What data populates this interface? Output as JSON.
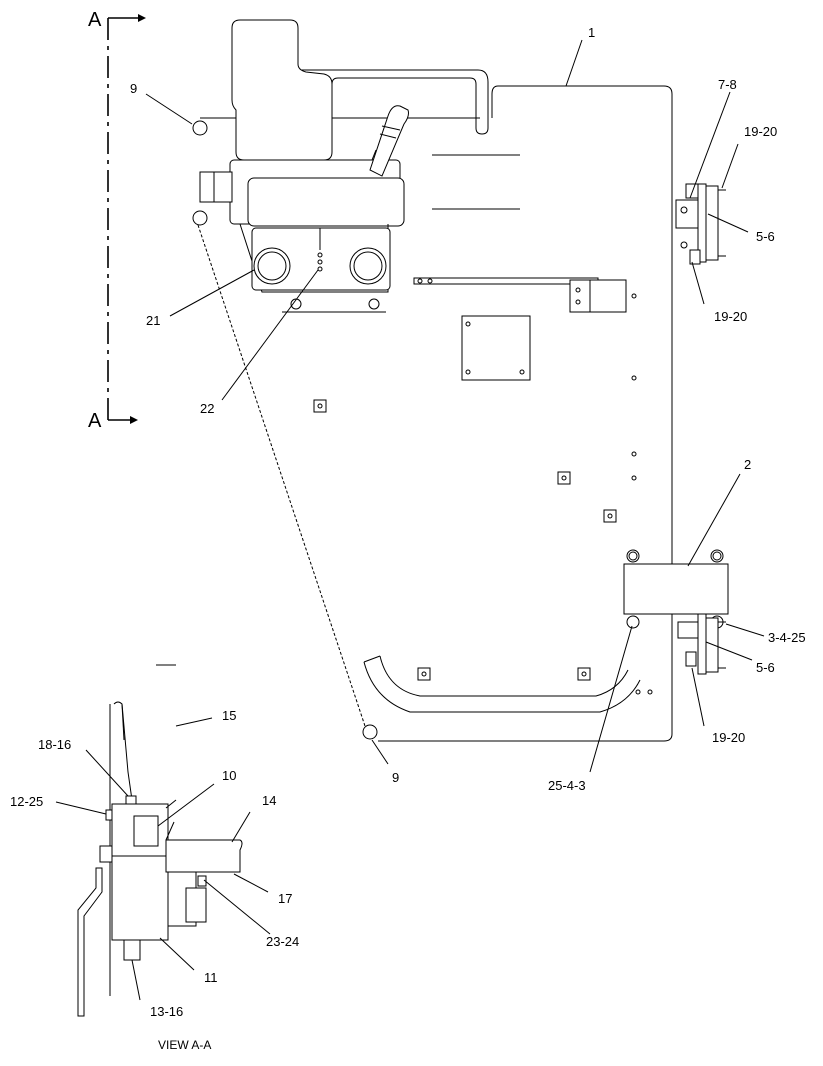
{
  "section_marks": {
    "top": "A",
    "bottom": "A"
  },
  "callouts": {
    "c1": "1",
    "c2": "2",
    "c7_8": "7-8",
    "c19_20_a": "19-20",
    "c5_6_a": "5-6",
    "c19_20_b": "19-20",
    "c9_top": "9",
    "c21": "21",
    "c22": "22",
    "c3_4_25": "3-4-25",
    "c5_6_b": "5-6",
    "c19_20_c": "19-20",
    "c9_bottom": "9",
    "c25_4_3": "25-4-3",
    "c15": "15",
    "c18_16": "18-16",
    "c12_25": "12-25",
    "c10": "10",
    "c14": "14",
    "c17": "17",
    "c23_24": "23-24",
    "c11": "11",
    "c13_16": "13-16"
  },
  "view_caption": "VIEW A-A"
}
